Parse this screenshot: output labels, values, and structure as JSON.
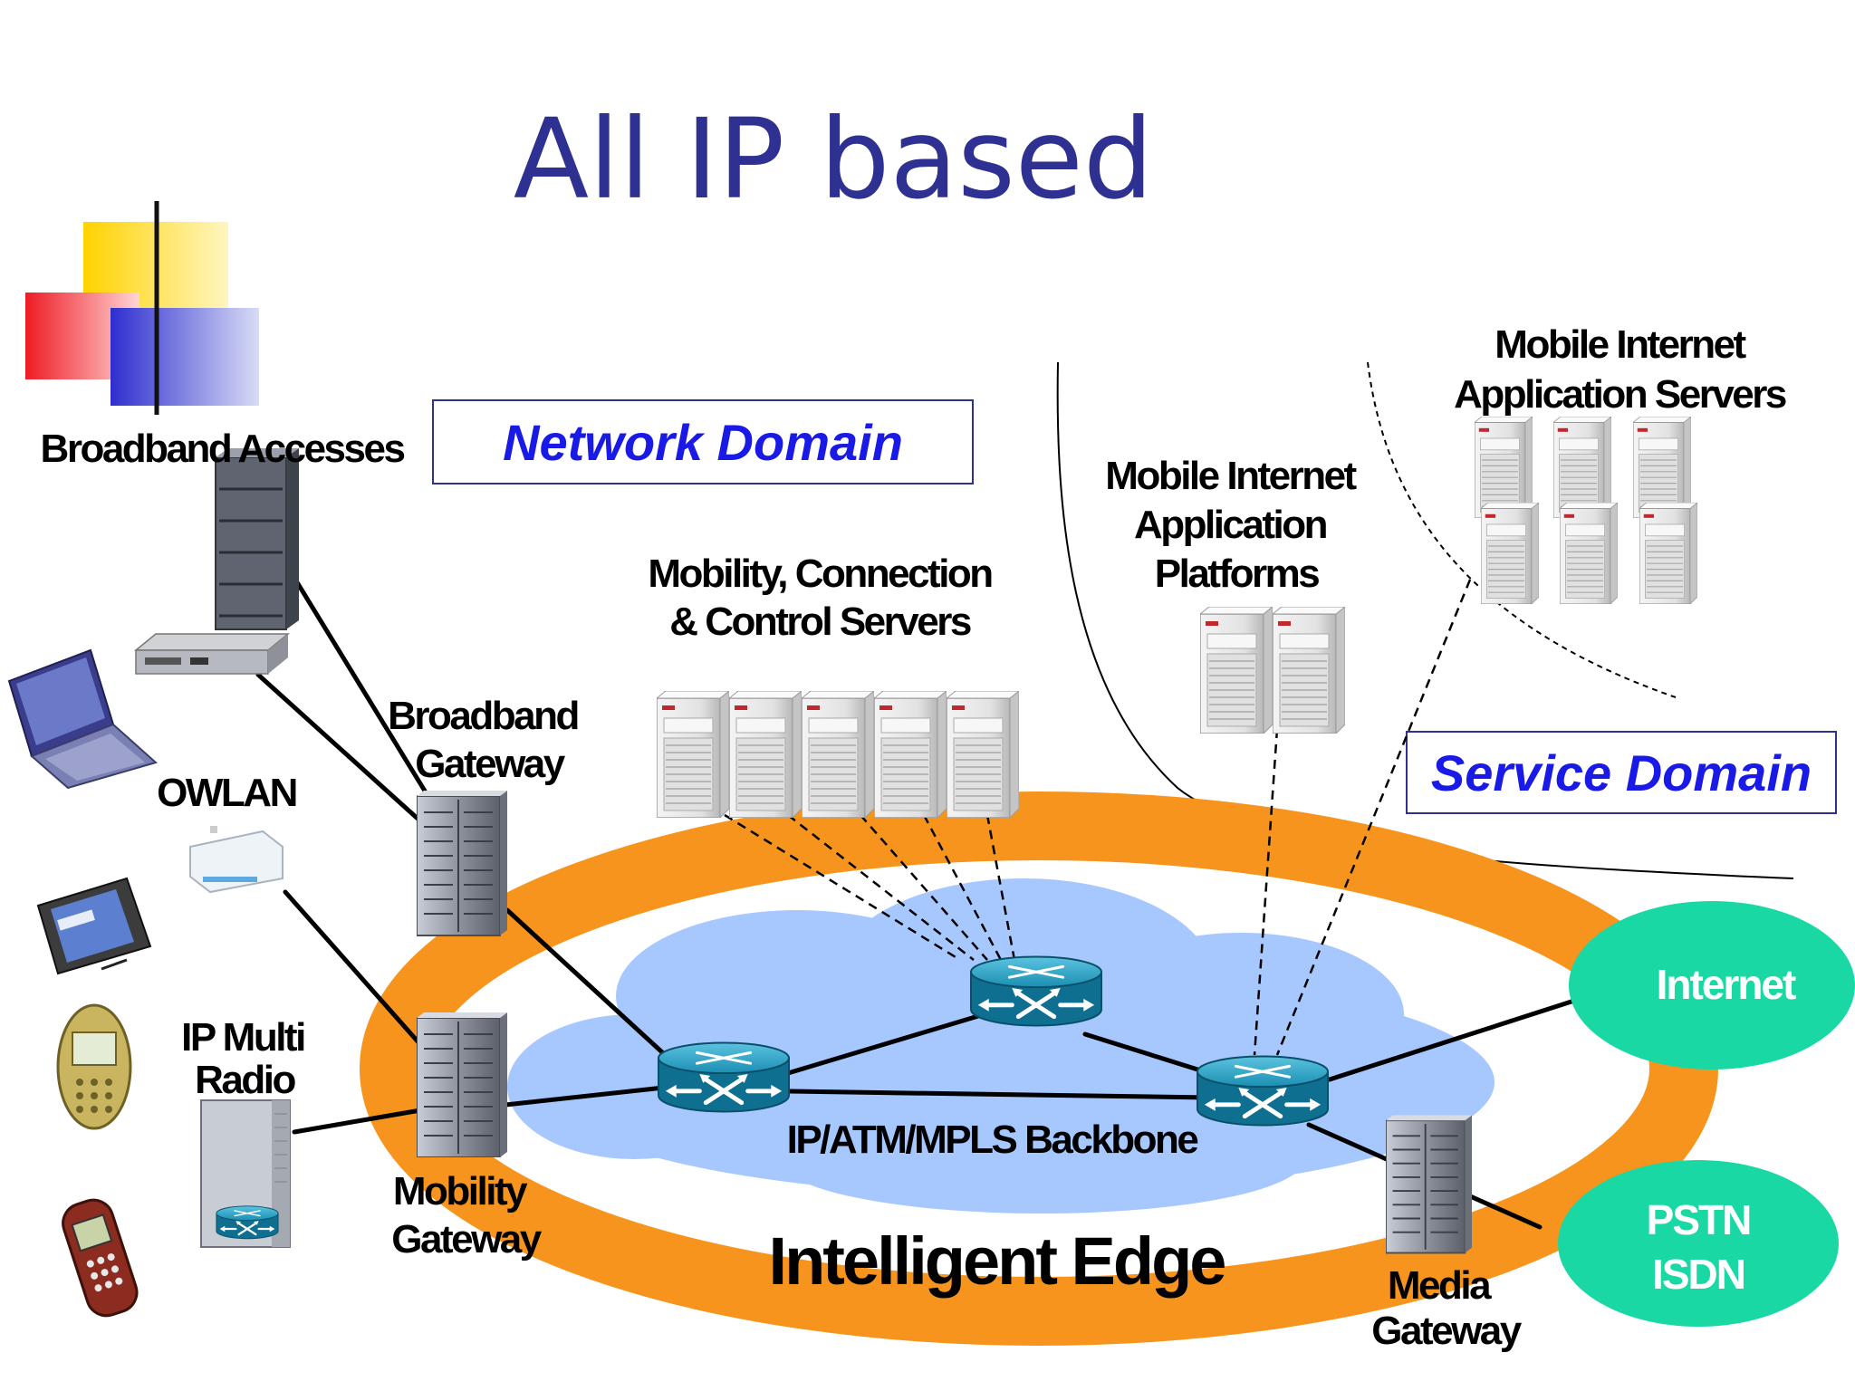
{
  "title": "All IP based",
  "domains": {
    "network": "Network Domain",
    "service": "Service Domain"
  },
  "labels": {
    "broadband_accesses": "Broadband Accesses",
    "owlan": "OWLAN",
    "ip_multi_radio_1": "IP Multi",
    "ip_multi_radio_2": "Radio",
    "broadband_gateway_1": "Broadband",
    "broadband_gateway_2": "Gateway",
    "mobility_gateway_1": "Mobility",
    "mobility_gateway_2": "Gateway",
    "control_servers_1": "Mobility, Connection",
    "control_servers_2": "& Control Servers",
    "app_platforms_1": "Mobile Internet",
    "app_platforms_2": "Application",
    "app_platforms_3": "Platforms",
    "app_servers_1": "Mobile Internet",
    "app_servers_2": "Application Servers",
    "backbone": "IP/ATM/MPLS Backbone",
    "intelligent_edge": "Intelligent Edge",
    "media_gateway_1": "Media",
    "media_gateway_2": "Gateway",
    "internet": "Internet",
    "pstn": "PSTN",
    "isdn": "ISDN"
  },
  "colors": {
    "title": "#2E3192",
    "domain_text": "#1A1AE6",
    "ring": "#F7941D",
    "cloud": "#A6C8FF",
    "router": "#1B8FB3",
    "external_network": "#19D8A4",
    "deco_yellow": "#FFD200",
    "deco_red": "#EE1C25",
    "deco_blue": "#2E2ECF"
  },
  "icons": [
    "router-icon",
    "server-icon",
    "rack-gateway-icon",
    "laptop-icon",
    "pda-icon",
    "mobile-phone-icon",
    "wlan-access-point-icon"
  ]
}
